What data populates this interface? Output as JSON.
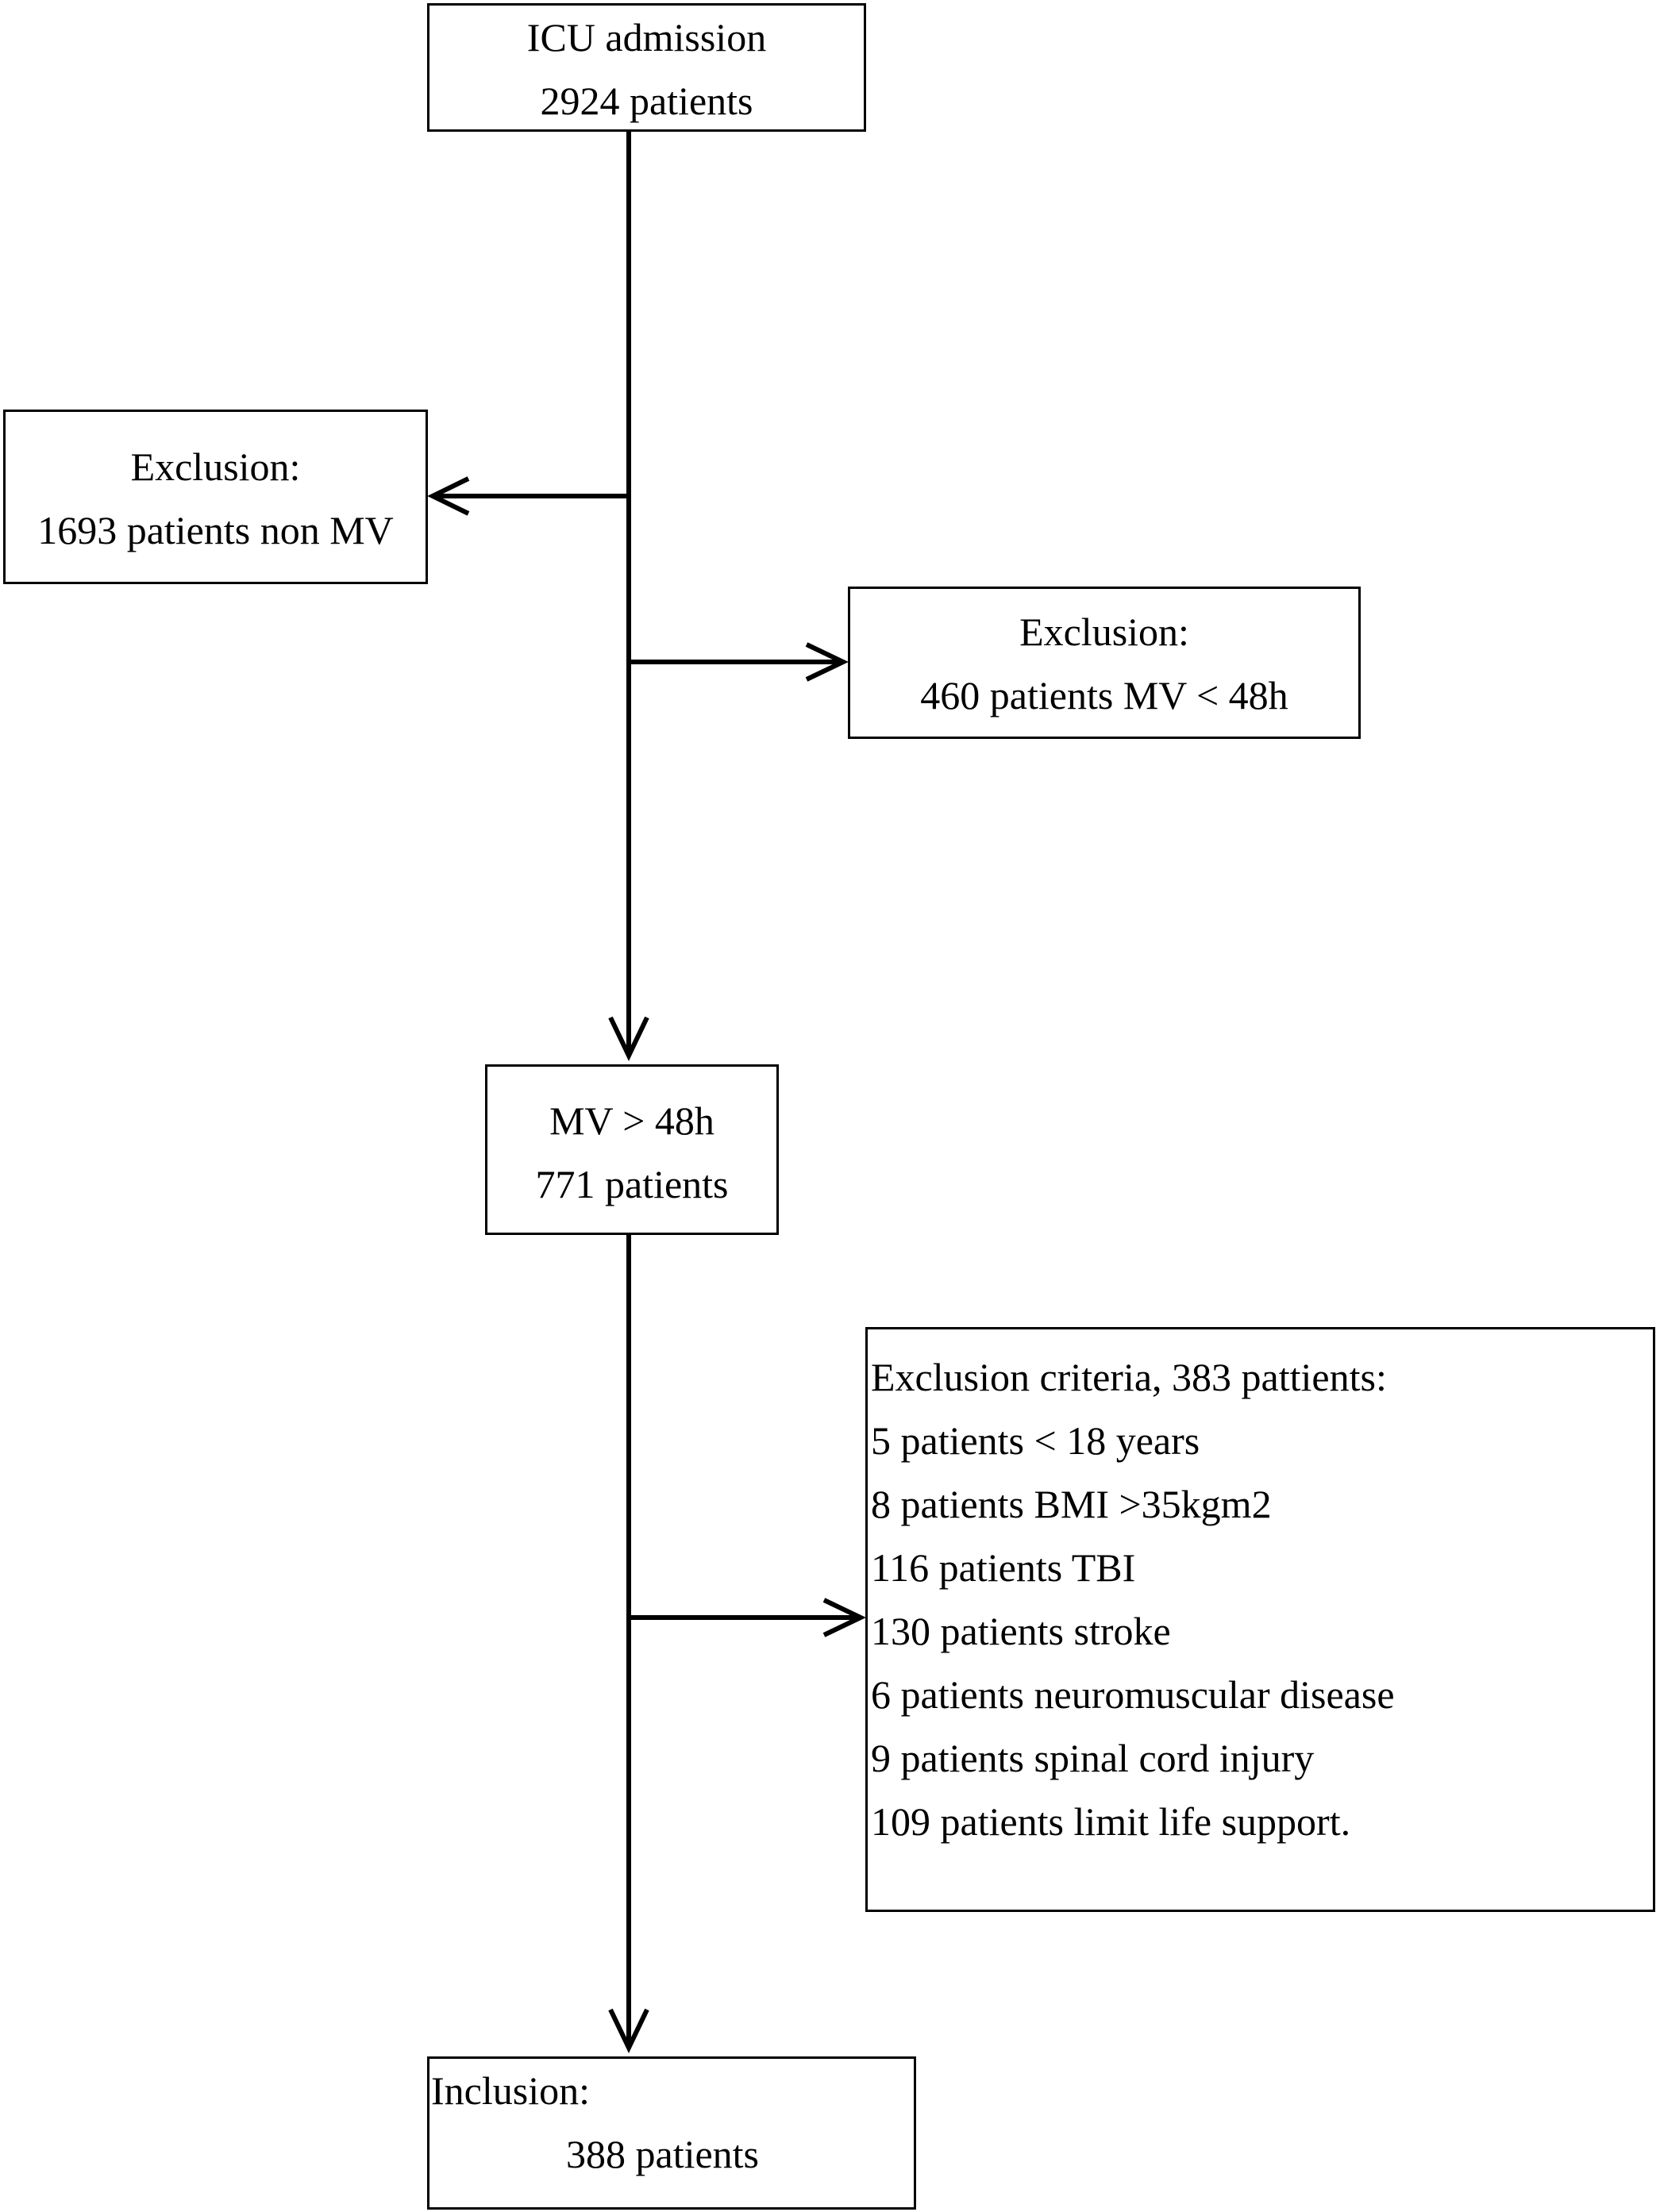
{
  "flowchart": {
    "icu_admission": {
      "title": "ICU admission",
      "count": "2924 patients"
    },
    "exclusion_non_mv": {
      "title": "Exclusion:",
      "detail": "1693 patients non MV"
    },
    "exclusion_mv_lt_48h": {
      "title": "Exclusion:",
      "detail": "460 patients MV < 48h"
    },
    "mv_gt_48h": {
      "title": "MV > 48h",
      "count": "771 patients"
    },
    "exclusion_criteria": {
      "title": "Exclusion criteria, 383 pattients:",
      "items": [
        "5 patients < 18 years",
        "8 patients BMI >35kgm2",
        "116 patients TBI",
        "130 patients stroke",
        "6 patients neuromuscular disease",
        "9 patients spinal cord injury",
        "109 patients limit life support."
      ]
    },
    "inclusion": {
      "title": "Inclusion:",
      "count": "388 patients"
    }
  }
}
